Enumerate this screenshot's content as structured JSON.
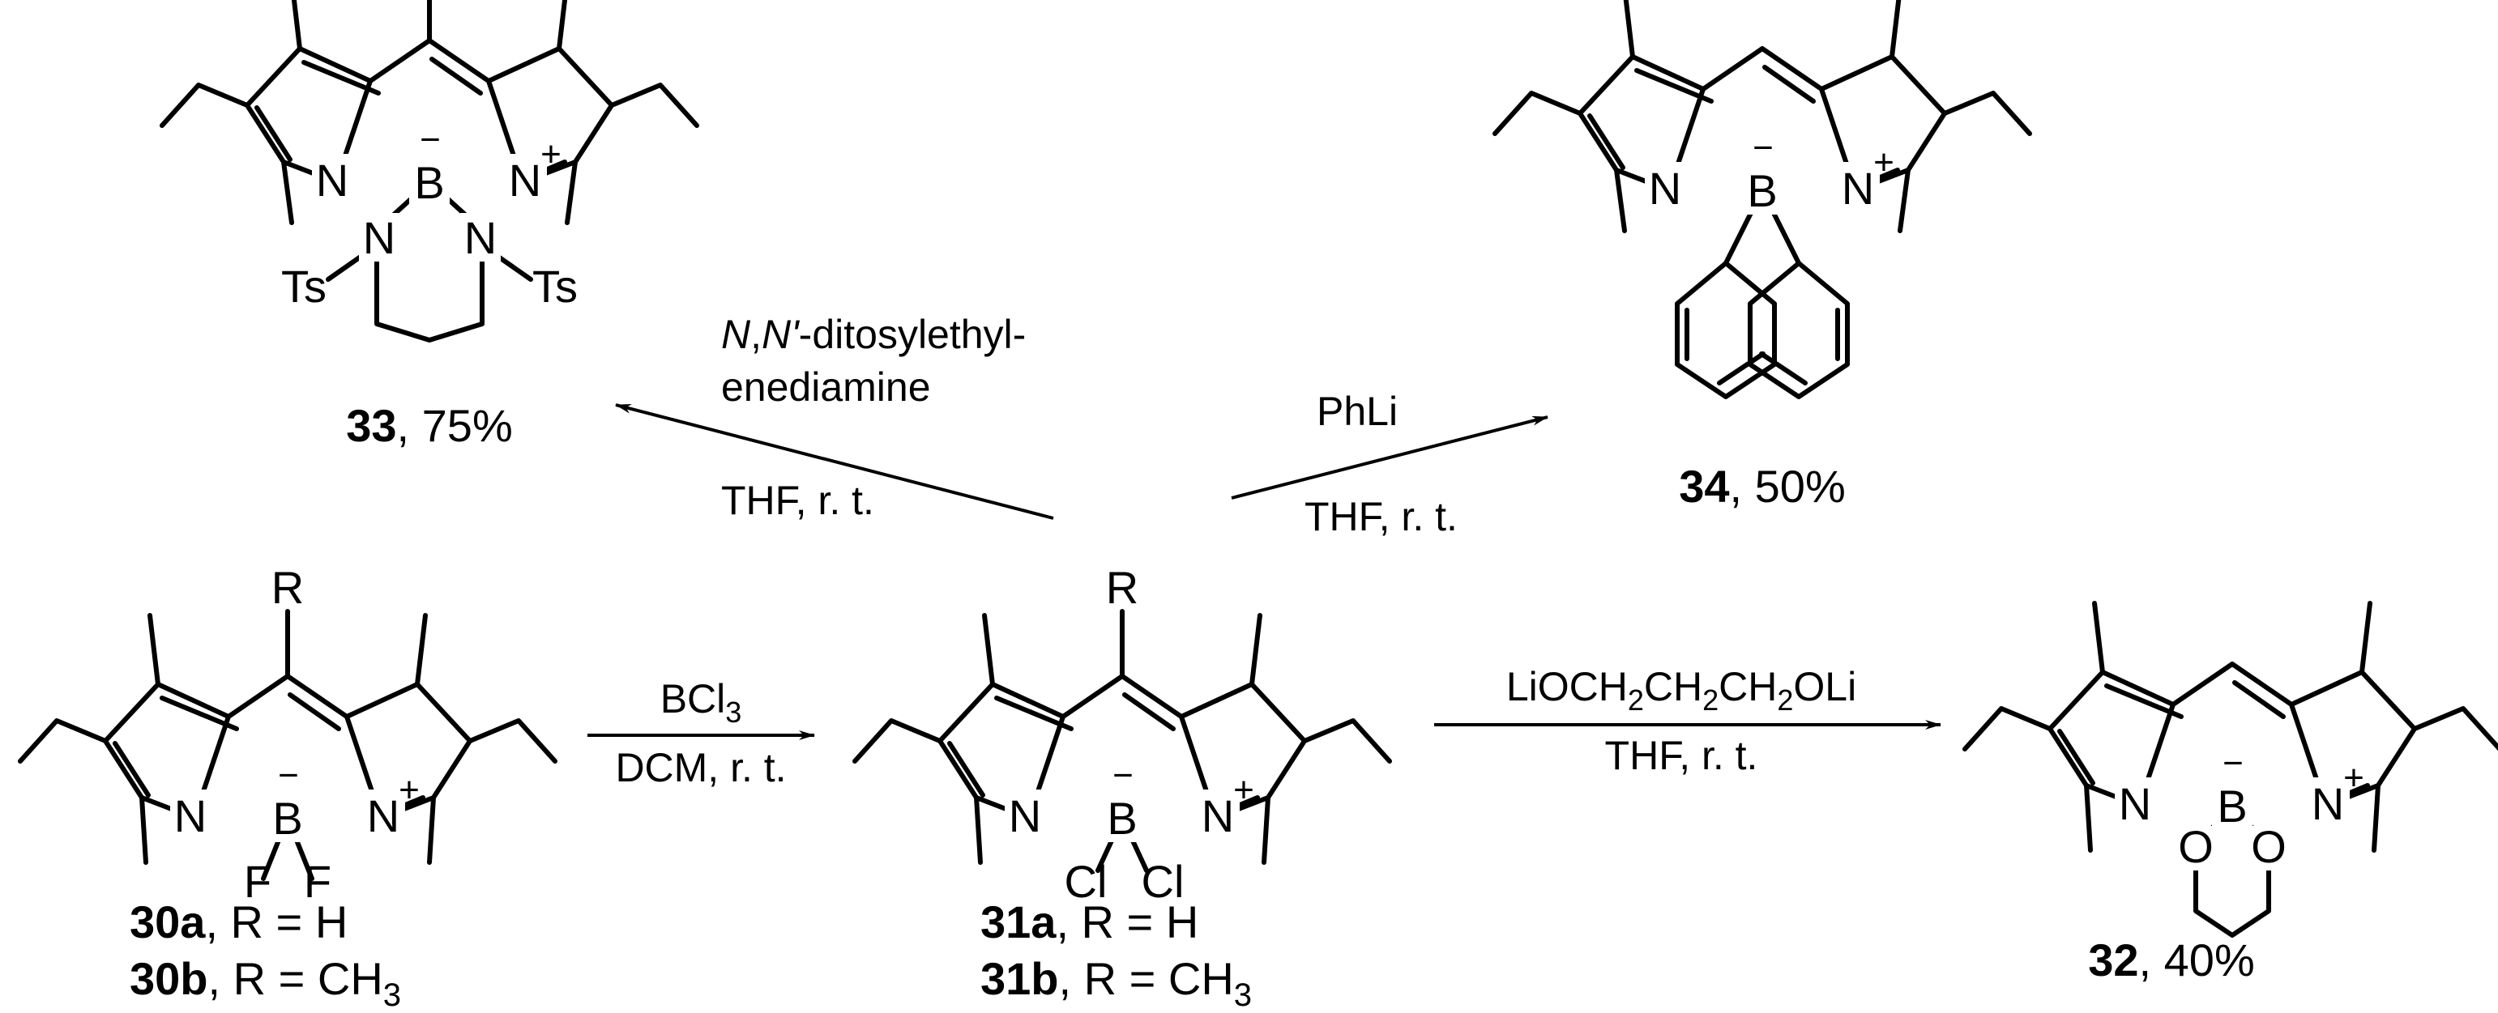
{
  "compounds": {
    "c30": {
      "line1": {
        "num": "30a",
        "rest": ", R = H"
      },
      "line2": {
        "num": "30b",
        "rest": ", R = CH",
        "sub": "3"
      }
    },
    "c31": {
      "line1": {
        "num": "31a",
        "rest": ", R = H"
      },
      "line2": {
        "num": "31b",
        "rest": ", R = CH",
        "sub": "3"
      }
    },
    "c32": {
      "num": "32",
      "yield": ", 40%"
    },
    "c33": {
      "num": "33",
      "yield": ", 75%"
    },
    "c34": {
      "num": "34",
      "yield": ", 50%"
    }
  },
  "reactions": {
    "r1": {
      "reagent_main": "BCl",
      "reagent_sub": "3",
      "conditions": "DCM, r. t."
    },
    "r2": {
      "reagent_parts": [
        "LiOCH",
        "2",
        "CH",
        "2",
        "CH",
        "2",
        "OLi"
      ],
      "conditions": "THF, r. t."
    },
    "r3": {
      "reagent_n1": "N",
      "reagent_comma": ",",
      "reagent_n2": "N'",
      "reagent_rest": "-ditosylethyl-",
      "reagent_line2": "enediamine",
      "conditions": "THF, r. t."
    },
    "r4": {
      "reagent": "PhLi",
      "conditions": "THF, r. t."
    }
  },
  "atoms": {
    "N": "N",
    "B": "B",
    "F": "F",
    "Cl": "Cl",
    "O": "O",
    "Ts": "Ts",
    "R": "R",
    "plus": "+",
    "minus": "−"
  }
}
